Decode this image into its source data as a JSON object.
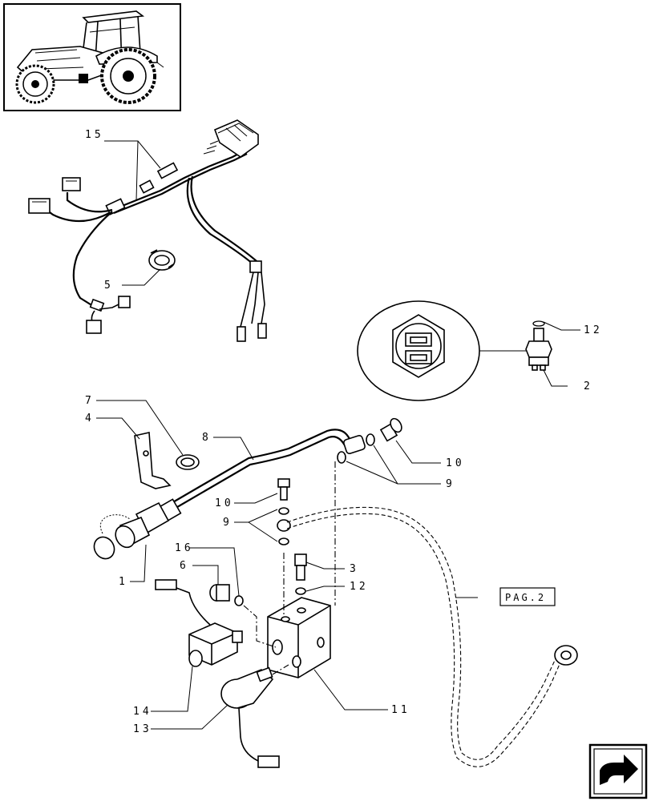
{
  "callouts": [
    {
      "id": "c15",
      "number": "15"
    },
    {
      "id": "c5",
      "number": "5"
    },
    {
      "id": "c12a",
      "number": "12"
    },
    {
      "id": "c2",
      "number": "2"
    },
    {
      "id": "c7",
      "number": "7"
    },
    {
      "id": "c4",
      "number": "4"
    },
    {
      "id": "c8",
      "number": "8"
    },
    {
      "id": "c10a",
      "number": "10"
    },
    {
      "id": "c9a",
      "number": "9"
    },
    {
      "id": "c10b",
      "number": "10"
    },
    {
      "id": "c9b",
      "number": "9"
    },
    {
      "id": "c16",
      "number": "16"
    },
    {
      "id": "c6",
      "number": "6"
    },
    {
      "id": "c3",
      "number": "3"
    },
    {
      "id": "c12b",
      "number": "12"
    },
    {
      "id": "c1",
      "number": "1"
    },
    {
      "id": "c14",
      "number": "14"
    },
    {
      "id": "c13",
      "number": "13"
    },
    {
      "id": "c11",
      "number": "11"
    }
  ],
  "page_reference": "PAG.2",
  "icons": {
    "thumbnail": "tractor-thumbnail-icon",
    "next_page": "next-page-arrow-icon"
  }
}
